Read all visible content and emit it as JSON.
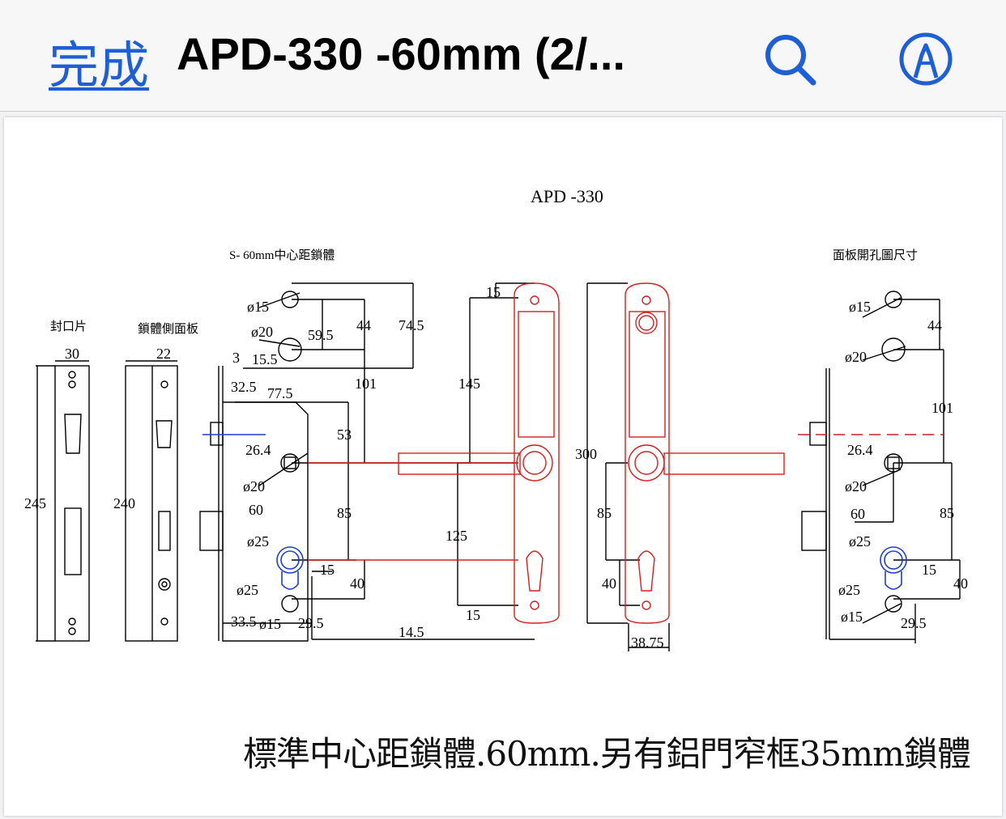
{
  "toolbar": {
    "done_label": "完成",
    "doc_title": "APD-330 -60mm (2/...",
    "search_icon": "search-icon",
    "markup_icon": "markup-pen-icon",
    "accent_color": "#1f5fd6"
  },
  "drawing": {
    "title": "APD -330",
    "lock_body_label": "S- 60mm中心距鎖體",
    "panel_hole_label": "面板開孔圖尺寸",
    "faceplate_label": "封口片",
    "side_plate_label": "鎖體側面板",
    "caption": "標準中心距鎖體.60mm.另有鋁門窄框35mm鎖體",
    "dims": {
      "d30": "30",
      "d22": "22",
      "d245": "245",
      "d240": "240",
      "d3": "3",
      "d15_5": "15.5",
      "d32_5": "32.5",
      "d77_5": "77.5",
      "p15a": "ø15",
      "p20a": "ø20",
      "d59_5": "59.5",
      "d44": "44",
      "d74_5": "74.5",
      "d101": "101",
      "d53": "53",
      "d26_4": "26.4",
      "p20b": "ø20",
      "d60": "60",
      "d85": "85",
      "p25a": "ø25",
      "d15b": "15",
      "p25b": "ø25",
      "d40": "40",
      "d33_5": "33.5",
      "p15b": "ø15",
      "d29_5": "29.5",
      "d14_5": "14.5",
      "d15top": "15",
      "d145": "145",
      "d125": "125",
      "d15bot": "15",
      "d300": "300",
      "d85r": "85",
      "d40r": "40",
      "d38_75": "38.75",
      "r_p15a": "ø15",
      "r_p20a": "ø20",
      "r_d44": "44",
      "r_d101": "101",
      "r_d26_4": "26.4",
      "r_p20b": "ø20",
      "r_d60": "60",
      "r_d85": "85",
      "r_p25a": "ø25",
      "r_d15": "15",
      "r_p25b": "ø25",
      "r_d40": "40",
      "r_p15b": "ø15",
      "r_d29_5": "29.5"
    }
  }
}
